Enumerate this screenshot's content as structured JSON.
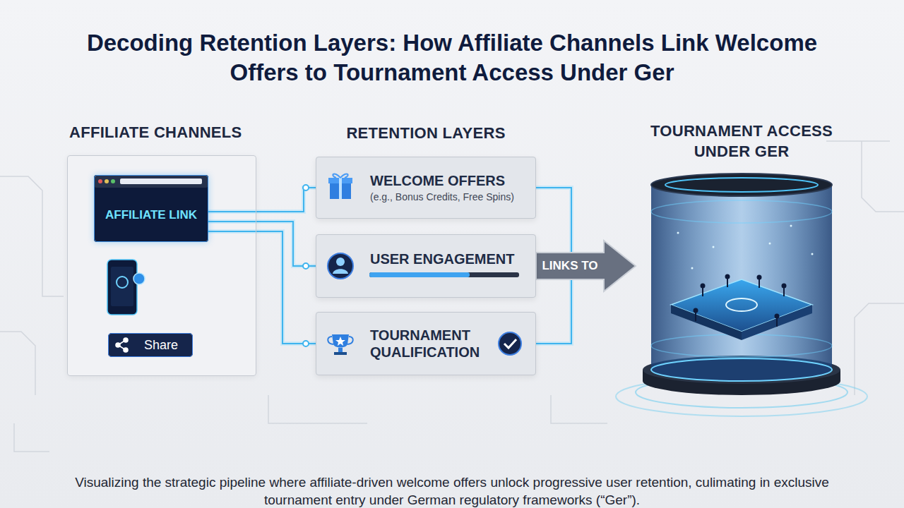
{
  "diagram": {
    "title": "Decoding Retention Layers: How Affiliate Channels Link Welcome Offers to Tournament Access Under Ger",
    "caption": "Visualizing the strategic pipeline where affiliate-driven welcome offers unlock progressive user retention, culimating in exclusive tournament entry under German regulatory frameworks (“Ger”).",
    "nodes": [
      {
        "text": [
          "AFFILIATE CHANNELS"
        ]
      },
      {
        "text": [
          "AFFILIATE LINK"
        ],
        "in": 0
      },
      {
        "text": [
          "Share"
        ],
        "in": 0
      },
      {
        "text": [
          "WELCOME OFFERS",
          "(e.g., Bonus Credits, Free Spins)"
        ]
      },
      {
        "text": [
          "USER ENGAGEMENT"
        ]
      },
      {
        "text": [
          "TOURNAMENT QUALIFICATION"
        ]
      },
      {
        "text": [
          "TOURNAMENT ACCESS UNDER GER"
        ]
      }
    ],
    "edges": [
      {
        "from": 1,
        "to": 3,
        "arrow": "none"
      },
      {
        "from": 1,
        "to": 4,
        "arrow": "none"
      },
      {
        "from": 1,
        "to": 5,
        "arrow": "none"
      },
      {
        "from": 3,
        "to": 5,
        "arrow": "none"
      },
      {
        "from": 4,
        "to": 6,
        "label": "LINKS TO",
        "arrow": "to"
      }
    ],
    "labels": [
      "RETENTION LAYERS"
    ]
  }
}
